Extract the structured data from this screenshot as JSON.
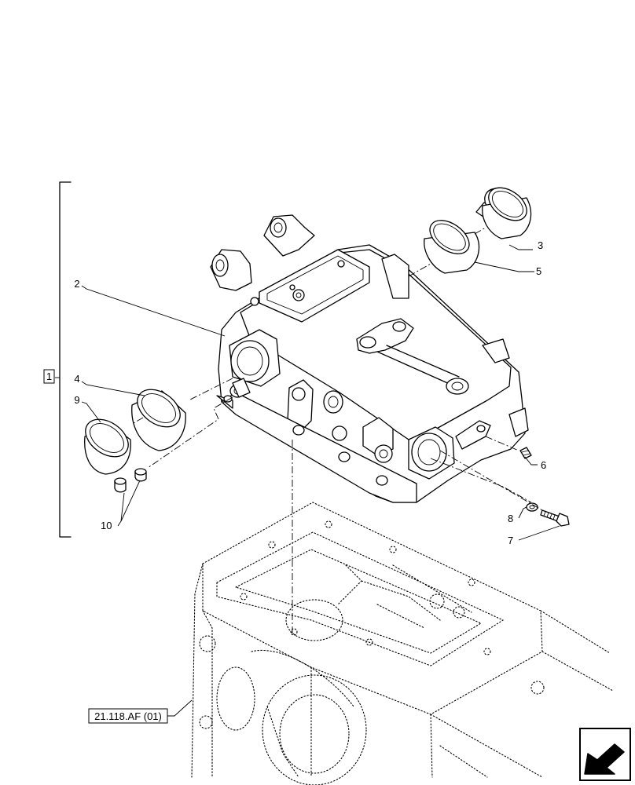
{
  "callouts": {
    "c1": "1",
    "c2": "2",
    "c3": "3",
    "c4": "4",
    "c5": "5",
    "c6": "6",
    "c7": "7",
    "c8": "8",
    "c9": "9",
    "c10": "10"
  },
  "reference": "21.118.AF (01)",
  "nav_icon": "next-page-arrow-icon"
}
